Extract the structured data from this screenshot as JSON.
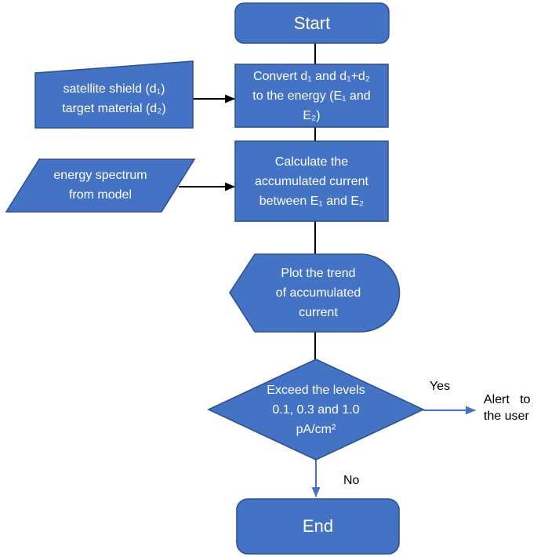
{
  "theme": {
    "shape_fill": "#4472C4",
    "shape_border": "#2F528F",
    "text_on_shape": "#FFFFFF",
    "connector_black": "#000000",
    "connector_blue": "#4472C4",
    "label_text": "#000000",
    "background": "#FFFFFF"
  },
  "nodes": {
    "start": {
      "type": "terminator",
      "label": "Start"
    },
    "satellite_shield": {
      "type": "manual-input",
      "label": "satellite shield (d₁)\ntarget material (d₂)"
    },
    "convert": {
      "type": "process",
      "label": "Convert d₁ and d₁+d₂\nto the energy (E₁ and\nE₂)"
    },
    "energy_spectrum": {
      "type": "data",
      "label": "energy spectrum\nfrom model"
    },
    "calculate": {
      "type": "process",
      "label": "Calculate the\naccumulated current\nbetween E₁ and E₂"
    },
    "plot": {
      "type": "display",
      "label": "Plot the trend\nof accumulated\ncurrent"
    },
    "decision": {
      "type": "decision",
      "label": "Exceed the levels\n0.1, 0.3 and 1.0\npA/cm²"
    },
    "end": {
      "type": "terminator",
      "label": "End"
    }
  },
  "edge_labels": {
    "yes": "Yes",
    "no": "No",
    "alert": "Alert   to\nthe user"
  }
}
